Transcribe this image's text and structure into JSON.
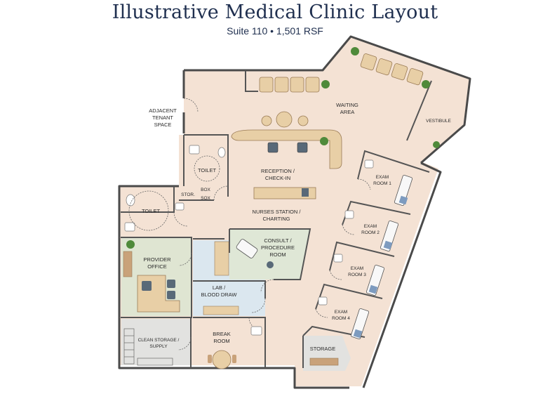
{
  "header": {
    "title": "Illustrative Medical Clinic Layout",
    "subtitle": "Suite 110 • 1,501 RSF"
  },
  "rooms": {
    "adjacent": [
      "ADJACENT",
      "TENANT",
      "SPACE"
    ],
    "waiting": [
      "WAITING",
      "AREA"
    ],
    "vestibule": "VESTIBULE",
    "toilet_upper": "TOILET",
    "toilet_lower": "TOILET",
    "reception": [
      "RECEPTION /",
      "CHECK-IN"
    ],
    "storage_small": "STOR.",
    "box": [
      "BOX",
      "SOX"
    ],
    "nurses": [
      "NURSES STATION /",
      "CHARTING"
    ],
    "consult": [
      "CONSULT /",
      "PROCEDURE",
      "ROOM"
    ],
    "provider": [
      "PROVIDER",
      "OFFICE"
    ],
    "lab": [
      "LAB /",
      "BLOOD DRAW"
    ],
    "exam1": [
      "EXAM",
      "ROOM 1"
    ],
    "exam2": [
      "EXAM",
      "ROOM 2"
    ],
    "exam3": [
      "EXAM",
      "ROOM 3"
    ],
    "exam4": [
      "EXAM",
      "ROOM 4"
    ],
    "clean_storage": [
      "CLEAN STORAGE /",
      "SUPPLY"
    ],
    "break": [
      "BREAK",
      "ROOM"
    ],
    "storage": "STORAGE"
  },
  "colors": {
    "floor": "#f4e2d4",
    "lab": "#dbe7ef",
    "consult": "#dfe7d6",
    "provider": "#dfe5d2",
    "storage": "#e2e2e0",
    "chair": "#e8cfa6",
    "plant": "#4f8a3a",
    "title": "#1f2f4f"
  }
}
